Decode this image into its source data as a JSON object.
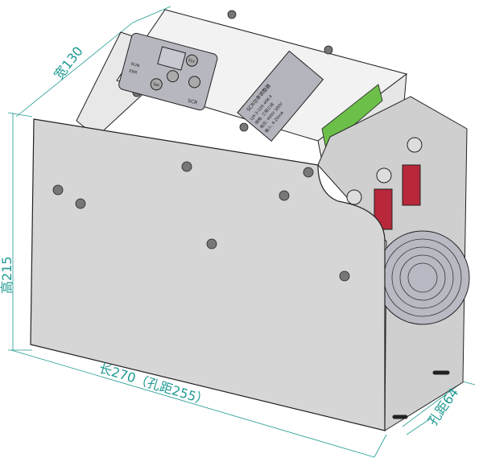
{
  "dimensions": {
    "width": "宽130",
    "height": "高215",
    "length": "长270（孔距255）",
    "hole_spacing": "孔距64"
  },
  "panel": {
    "run_label": "RUN",
    "err_label": "ERR",
    "set_label": "Set",
    "esc_label": "Esc",
    "brand": "SCR"
  },
  "nameplate": {
    "title": "SCR功率调整器",
    "model": "LJ4-3-100 40K-4",
    "line1": "规格: 三相三线",
    "line2": "电压: 400V 380V",
    "line3": "输入: 4-20mA"
  },
  "colors": {
    "dimension": "#1f9a93",
    "body": "#d6d6d6",
    "terminal": "#6cc04a",
    "busbar": "#b8283a"
  }
}
